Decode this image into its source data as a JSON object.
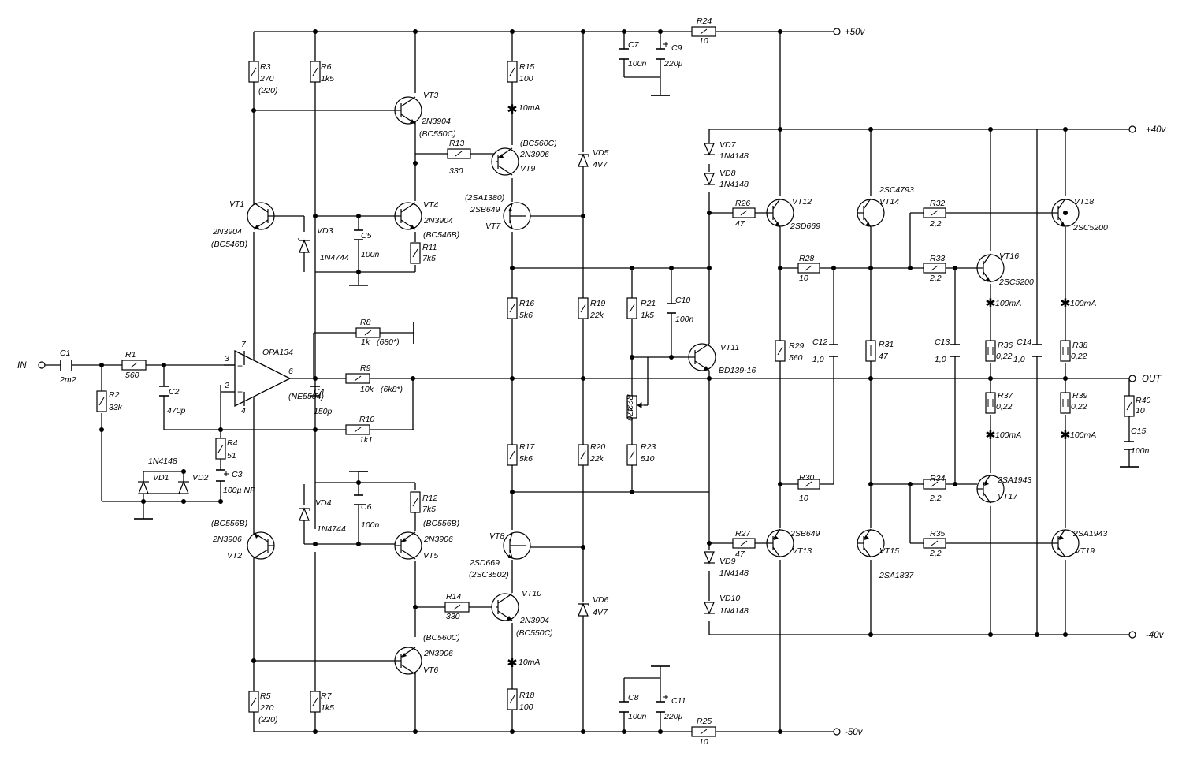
{
  "nets": {
    "in": "IN",
    "out": "OUT",
    "p50": "+50v",
    "n50": "-50v",
    "p40": "+40v",
    "n40": "-40v"
  },
  "opamp": {
    "name": "OPA134",
    "alt": "(NE5534)",
    "pin3": "3",
    "pin2": "2",
    "pin7": "7",
    "pin4": "4",
    "pin6": "6",
    "plus": "+",
    "minus": "−"
  },
  "parts": {
    "C1": {
      "ref": "C1",
      "val": "2m2"
    },
    "R1": {
      "ref": "R1",
      "val": "560"
    },
    "R2": {
      "ref": "R2",
      "val": "33k"
    },
    "C2": {
      "ref": "C2",
      "val": "470p"
    },
    "R3": {
      "ref": "R3",
      "val": "270",
      "alt": "(220)"
    },
    "R6": {
      "ref": "R6",
      "val": "1k5"
    },
    "VT3": {
      "ref": "VT3",
      "type": "2N3904",
      "alt": "(BC550C)"
    },
    "R15": {
      "ref": "R15",
      "val": "100",
      "note": "10mA"
    },
    "VT1": {
      "ref": "VT1",
      "type": "2N3904",
      "alt": "(BC546B)"
    },
    "VD3": {
      "ref": "VD3",
      "type": "1N4744"
    },
    "C5": {
      "ref": "C5",
      "val": "100n"
    },
    "VT4": {
      "ref": "VT4",
      "type": "2N3904",
      "alt": "(BC546B)"
    },
    "R11": {
      "ref": "R11",
      "val": "7k5"
    },
    "R13": {
      "ref": "R13",
      "val": "330"
    },
    "VT9": {
      "ref": "VT9",
      "type": "2N3906",
      "alt": "(BC560C)"
    },
    "VT7": {
      "ref": "VT7",
      "type": "2SB649",
      "alt": "(2SA1380)"
    },
    "VD5": {
      "ref": "VD5",
      "val": "4V7"
    },
    "C7": {
      "ref": "C7",
      "val": "100n"
    },
    "C9": {
      "ref": "C9",
      "val": "220µ"
    },
    "R24": {
      "ref": "R24",
      "val": "10"
    },
    "VD7": {
      "ref": "VD7",
      "type": "1N4148"
    },
    "VD8": {
      "ref": "VD8",
      "type": "1N4148"
    },
    "R26": {
      "ref": "R26",
      "val": "47"
    },
    "VT12": {
      "ref": "VT12",
      "type": "2SD669"
    },
    "VT14": {
      "ref": "VT14",
      "type": "2SC4793"
    },
    "R32": {
      "ref": "R32",
      "val": "2,2"
    },
    "VT18": {
      "ref": "VT18",
      "type": "2SC5200"
    },
    "R28": {
      "ref": "R28",
      "val": "10"
    },
    "R33": {
      "ref": "R33",
      "val": "2,2"
    },
    "VT16": {
      "ref": "VT16",
      "type": "2SC5200"
    },
    "R16": {
      "ref": "R16",
      "val": "5k6"
    },
    "R19": {
      "ref": "R19",
      "val": "22k"
    },
    "R21": {
      "ref": "R21",
      "val": "1k5"
    },
    "C10": {
      "ref": "C10",
      "val": "100n"
    },
    "R8": {
      "ref": "R8",
      "val": "1k",
      "alt": "(680*)"
    },
    "VT11": {
      "ref": "VT11",
      "type": "BD139-16"
    },
    "C12": {
      "ref": "C12",
      "val": "1,0"
    },
    "R29": {
      "ref": "R29",
      "val": "560"
    },
    "R31": {
      "ref": "R31",
      "val": "47"
    },
    "C13": {
      "ref": "C13",
      "val": "1,0"
    },
    "R36": {
      "ref": "R36",
      "val": "0,22",
      "note": "100mA"
    },
    "C14": {
      "ref": "C14",
      "val": "1,0"
    },
    "R38": {
      "ref": "R38",
      "val": "0,22",
      "note": "100mA"
    },
    "R9": {
      "ref": "R9",
      "val": "10k",
      "alt": "(6k8*)"
    },
    "C4": {
      "ref": "C4",
      "val": "150p"
    },
    "R22": {
      "ref": "R22",
      "val": "470"
    },
    "R37": {
      "ref": "R37",
      "val": "0,22",
      "note": "100mA"
    },
    "R39": {
      "ref": "R39",
      "val": "0,22",
      "note": "100mA"
    },
    "R40": {
      "ref": "R40",
      "val": "10"
    },
    "R10": {
      "ref": "R10",
      "val": "1k1"
    },
    "R4": {
      "ref": "R4",
      "val": "51"
    },
    "C3": {
      "ref": "C3",
      "val": "100µ NP"
    },
    "VD1": {
      "ref": "VD1",
      "type": "1N4148"
    },
    "VD2": {
      "ref": "VD2"
    },
    "R17": {
      "ref": "R17",
      "val": "5k6"
    },
    "R20": {
      "ref": "R20",
      "val": "22k"
    },
    "R23": {
      "ref": "R23",
      "val": "510"
    },
    "C15": {
      "ref": "C15",
      "val": "100n"
    },
    "VD4": {
      "ref": "VD4",
      "type": "1N4744"
    },
    "C6": {
      "ref": "C6",
      "val": "100n"
    },
    "R12": {
      "ref": "R12",
      "val": "7k5"
    },
    "R30": {
      "ref": "R30",
      "val": "10"
    },
    "R34": {
      "ref": "R34",
      "val": "2,2"
    },
    "VT17": {
      "ref": "VT17",
      "type": "2SA1943"
    },
    "VT2": {
      "ref": "VT2",
      "type": "2N3906",
      "alt": "(BC556B)"
    },
    "VT5": {
      "ref": "VT5",
      "type": "2N3906",
      "alt": "(BC556B)"
    },
    "VT8": {
      "ref": "VT8",
      "type": "2SD669",
      "alt": "(2SC3502)"
    },
    "R27": {
      "ref": "R27",
      "val": "47"
    },
    "VT13": {
      "ref": "VT13",
      "type": "2SB649"
    },
    "VT15": {
      "ref": "VT15",
      "type": "2SA1837"
    },
    "R35": {
      "ref": "R35",
      "val": "2,2"
    },
    "VT19": {
      "ref": "VT19",
      "type": "2SA1943"
    },
    "VD9": {
      "ref": "VD9",
      "type": "1N4148"
    },
    "R14": {
      "ref": "R14",
      "val": "330"
    },
    "VT10": {
      "ref": "VT10",
      "type": "2N3904",
      "alt": "(BC550C)"
    },
    "VD6": {
      "ref": "VD6",
      "val": "4V7"
    },
    "VD10": {
      "ref": "VD10",
      "type": "1N4148"
    },
    "VT6": {
      "ref": "VT6",
      "type": "2N3906",
      "alt": "(BC560C)"
    },
    "R18": {
      "ref": "R18",
      "val": "100",
      "note": "10mA"
    },
    "C8": {
      "ref": "C8",
      "val": "100n"
    },
    "C11": {
      "ref": "C11",
      "val": "220µ"
    },
    "R25": {
      "ref": "R25",
      "val": "10"
    },
    "R5": {
      "ref": "R5",
      "val": "270",
      "alt": "(220)"
    },
    "R7": {
      "ref": "R7",
      "val": "1k5"
    }
  }
}
